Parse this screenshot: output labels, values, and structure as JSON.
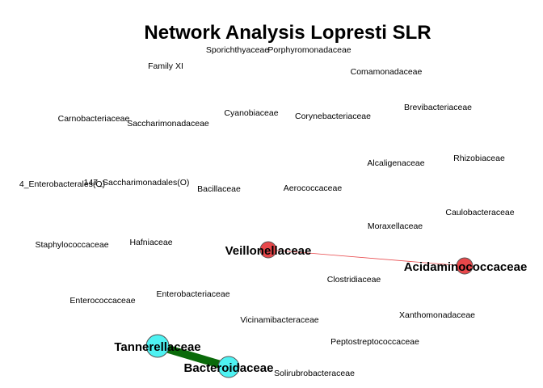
{
  "title": "Network Analysis Lopresti SLR",
  "colors": {
    "positive_node": "#e8474a",
    "negative_node": "#4ef2f2",
    "node_stroke": "#555555",
    "positive_edge": "#e8474a",
    "negative_edge": "#0a6a0a"
  },
  "nodes": {
    "veillonellaceae": "Veillonellaceae",
    "acidaminococcaceae": "Acidaminococcaceae",
    "tannerellaceae": "Tannerellaceae",
    "bacteroidaceae": "Bacteroidaceae"
  },
  "labels": {
    "sporichthyaceae": "Sporichthyaceae",
    "porphyromonadaceae": "Porphyromonadaceae",
    "family_xi": "Family XI",
    "comamonadaceae": "Comamonadaceae",
    "brevibacteriaceae": "Brevibacteriaceae",
    "cyanobiaceae": "Cyanobiaceae",
    "corynebacteriaceae": "Corynebacteriaceae",
    "carnobacteriaceae": "Carnobacteriaceae",
    "saccharimonadaceae": "Saccharimonadaceae",
    "rhizobiaceae": "Rhizobiaceae",
    "alcaligenaceae": "Alcaligenaceae",
    "enterobacterales_o": "4_Enterobacterales(O)",
    "saccharimonadales_o": "147_Saccharimonadales(O)",
    "bacillaceae": "Bacillaceae",
    "aerococcaceae": "Aerococcaceae",
    "caulobacteraceae": "Caulobacteraceae",
    "moraxellaceae": "Moraxellaceae",
    "staphylococcaceae": "Staphylococcaceae",
    "hafniaceae": "Hafniaceae",
    "clostridiaceae": "Clostridiaceae",
    "enterobacteriaceae": "Enterobacteriaceae",
    "enterococcaceae": "Enterococcaceae",
    "xanthomonadaceae": "Xanthomonadaceae",
    "vicinamibacteraceae": "Vicinamibacteraceae",
    "peptostreptococcaceae": "Peptostreptococcaceae",
    "solirubrobacteraceae": "Solirubrobacteraceae"
  }
}
